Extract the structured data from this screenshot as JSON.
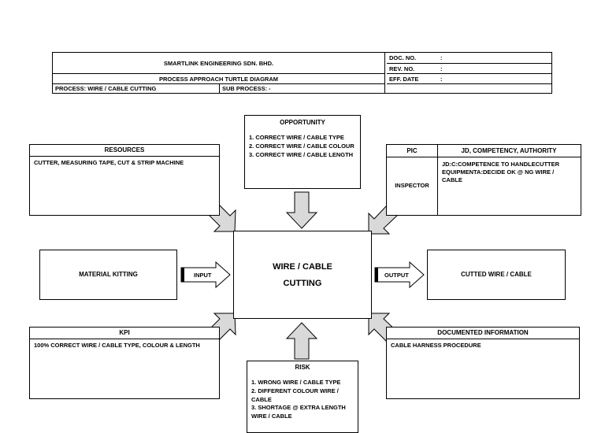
{
  "header": {
    "company": "SMARTLINK ENGINEERING SDN. BHD.",
    "title": "PROCESS APPROACH TURTLE DIAGRAM",
    "process": "PROCESS: WIRE / CABLE CUTTING",
    "sub_process": "SUB PROCESS: -",
    "doc_no_label": "DOC. NO.",
    "rev_no_label": "REV. NO.",
    "eff_date_label": "EFF. DATE",
    "colon": ":"
  },
  "resources": {
    "title": "RESOURCES",
    "body": "CUTTER, MEASURING TAPE, CUT & STRIP MACHINE"
  },
  "opportunity": {
    "title": "OPPORTUNITY",
    "items": [
      "1. CORRECT WIRE / CABLE TYPE",
      "2. CORRECT WIRE / CABLE COLOUR",
      "3. CORRECT WIRE / CABLE LENGTH"
    ]
  },
  "pic": {
    "pic_title": "PIC",
    "jd_title": "JD, COMPETENCY, AUTHORITY",
    "pic_value": "INSPECTOR",
    "jd_value": "JD:C:COMPETENCE TO HANDLECUTTER EQUIPMENTA:DECIDE OK @ NG WIRE / CABLE"
  },
  "input_box": {
    "body": "MATERIAL KITTING",
    "arrow_label": "INPUT"
  },
  "center": {
    "line1": "WIRE / CABLE",
    "line2": "CUTTING"
  },
  "output_box": {
    "body": "CUTTED WIRE / CABLE",
    "arrow_label": "OUTPUT"
  },
  "kpi": {
    "title": "KPI",
    "body": "100% CORRECT WIRE / CABLE TYPE, COLOUR & LENGTH"
  },
  "risk": {
    "title": "RISK",
    "items": [
      "1. WRONG WIRE / CABLE TYPE",
      "2. DIFFERENT COLOUR WIRE / CABLE",
      "3. SHORTAGE @ EXTRA LENGTH WIRE / CABLE"
    ]
  },
  "documented_info": {
    "title": "DOCUMENTED INFORMATION",
    "body": "CABLE HARNESS PROCEDURE"
  }
}
